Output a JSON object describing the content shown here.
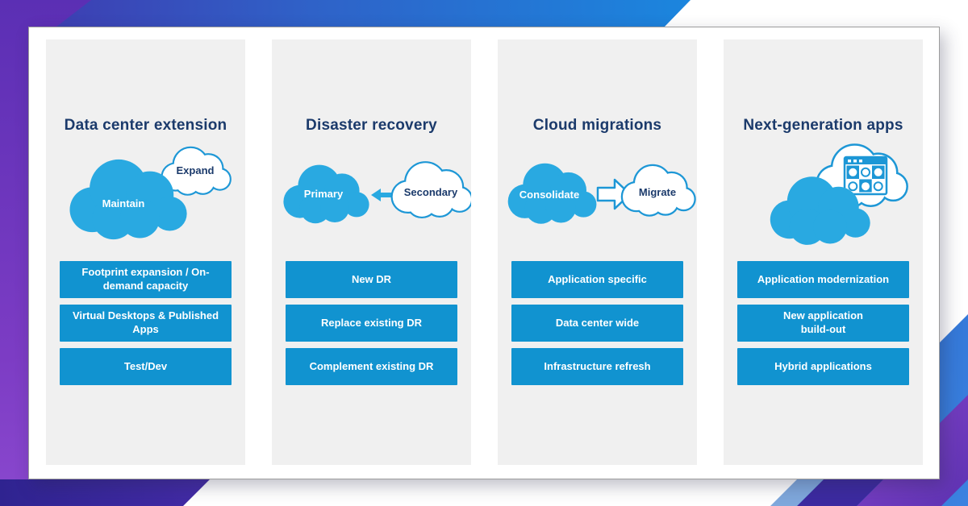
{
  "columns": [
    {
      "title": "Data center extension",
      "cloud_main_label": "Maintain",
      "cloud_secondary_label": "Expand",
      "boxes": [
        "Footprint expansion / On-\ndemand capacity",
        "Virtual Desktops & Published\nApps",
        "Test/Dev"
      ]
    },
    {
      "title": "Disaster recovery",
      "cloud_main_label": "Primary",
      "cloud_secondary_label": "Secondary",
      "boxes": [
        "New DR",
        "Replace existing DR",
        "Complement existing DR"
      ]
    },
    {
      "title": "Cloud migrations",
      "cloud_main_label": "Consolidate",
      "cloud_secondary_label": "Migrate",
      "boxes": [
        "Application specific",
        "Data center wide",
        "Infrastructure refresh"
      ]
    },
    {
      "title": "Next-generation apps",
      "boxes": [
        "Application modernization",
        "New application\nbuild-out",
        "Hybrid applications"
      ]
    }
  ],
  "colors": {
    "box_blue": "#1193d0",
    "cloud_blue": "#29a9e1",
    "cloud_outline_blue": "#1d97d6",
    "title_navy": "#1b3a6b",
    "column_gray": "#f0f0f0",
    "accent_purple": "#7c3cc4",
    "accent_indigo": "#3c2aa0",
    "accent_blue": "#2f6fd3"
  }
}
